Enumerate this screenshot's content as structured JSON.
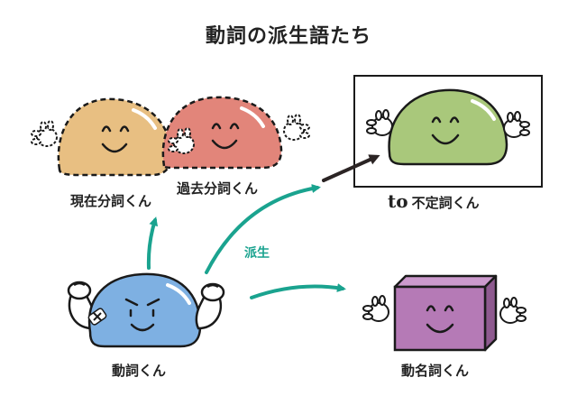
{
  "title": "動詞の派生語たち",
  "labels": {
    "present_participle": "現在分詞くん",
    "past_participle": "過去分詞くん",
    "infinitive_prefix": "to",
    "infinitive": "不定詞くん",
    "verb": "動詞くん",
    "gerund": "動名詞くん",
    "derivation": "派生"
  },
  "colors": {
    "present": "#e8bf82",
    "past": "#e2857a",
    "infinitive": "#a9c87b",
    "verb": "#7eb0e2",
    "gerund": "#b57ab6",
    "arrow_teal": "#1aa38f",
    "arrow_dark": "#2b2424",
    "outline": "#1a1a1a"
  }
}
